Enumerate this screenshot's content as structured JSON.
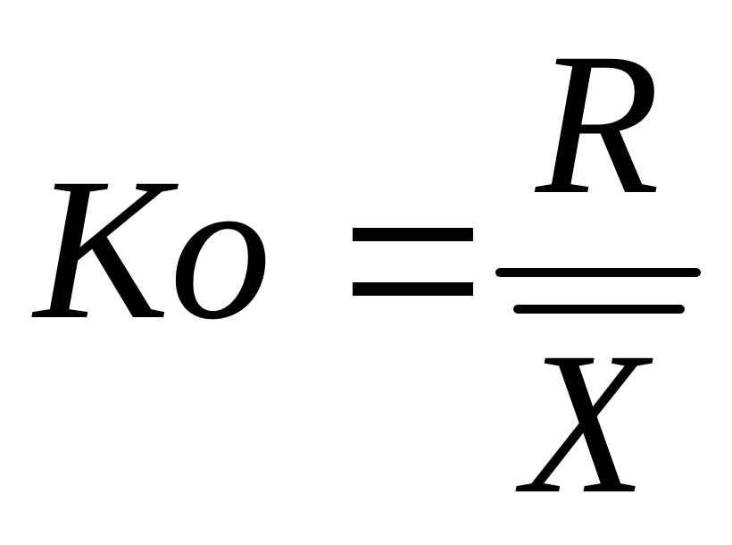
{
  "formula": {
    "lhs": "Ko",
    "equals": "=",
    "numerator": "R",
    "denominator": "X"
  }
}
